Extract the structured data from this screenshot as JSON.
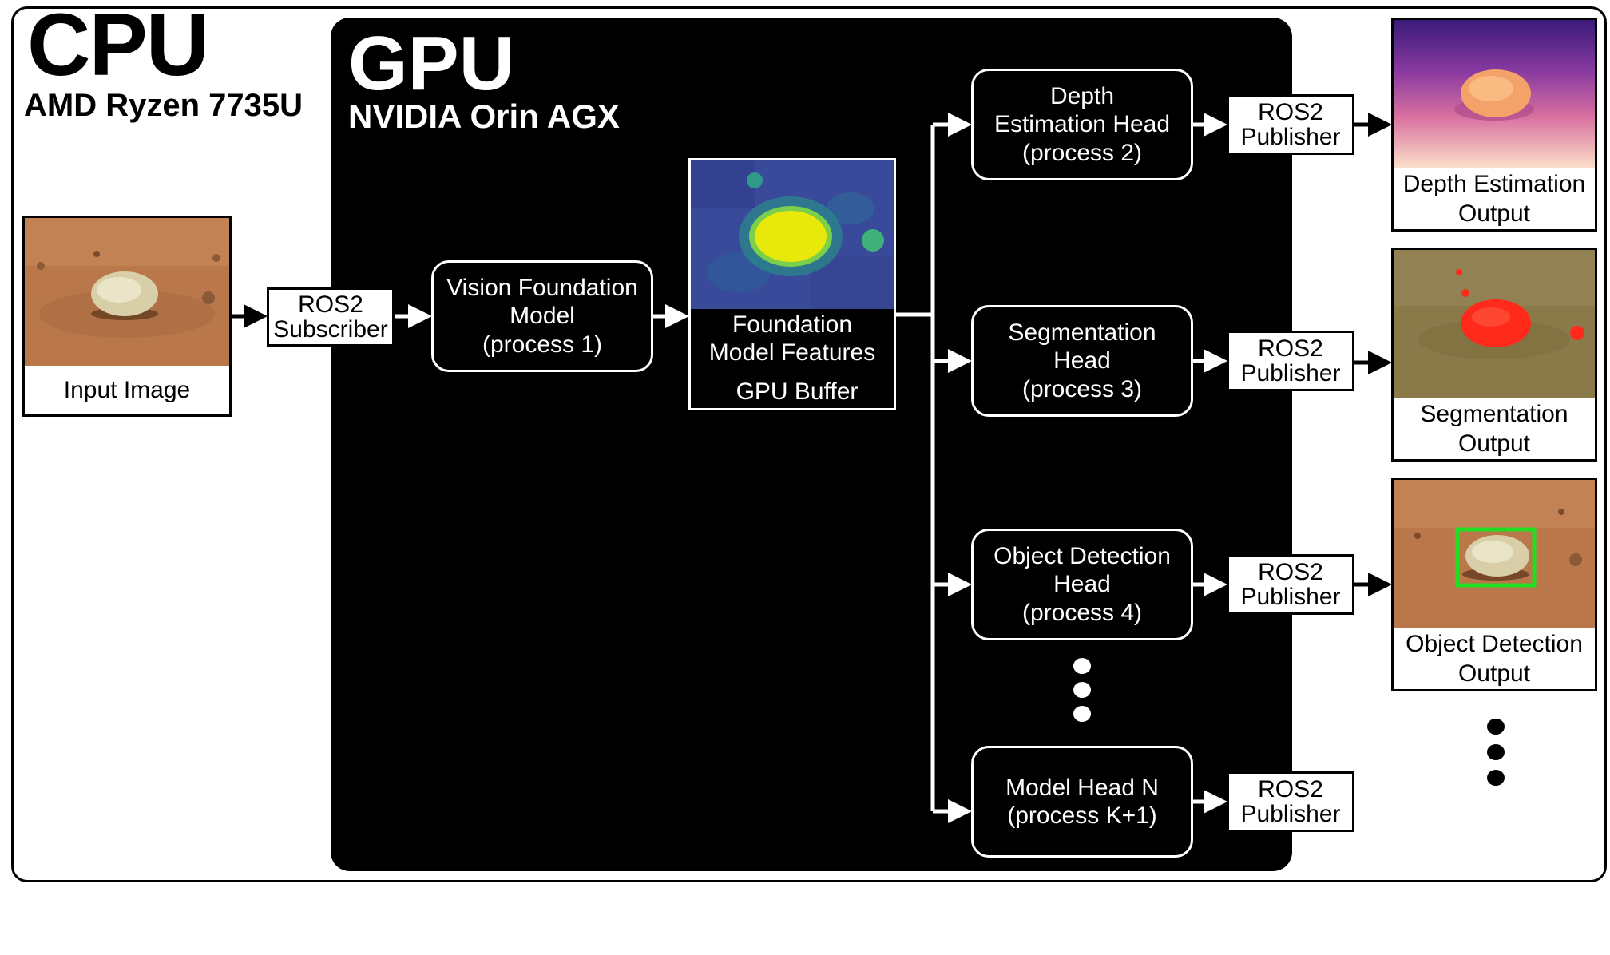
{
  "cpu": {
    "title": "CPU",
    "subtitle": "AMD Ryzen 7735U"
  },
  "gpu": {
    "title": "GPU",
    "subtitle": "NVIDIA Orin AGX"
  },
  "input_image": {
    "caption": "Input Image"
  },
  "ros2_subscriber": {
    "label": "ROS2\nSubscriber"
  },
  "vision_foundation_model": {
    "label": "Vision Foundation\nModel\n(process 1)"
  },
  "foundation_features": {
    "label": "Foundation\nModel Features",
    "buffer": "GPU Buffer"
  },
  "heads": [
    {
      "label": "Depth\nEstimation Head\n(process 2)",
      "publisher": "ROS2\nPublisher"
    },
    {
      "label": "Segmentation\nHead\n(process 3)",
      "publisher": "ROS2\nPublisher"
    },
    {
      "label": "Object Detection\nHead\n(process 4)",
      "publisher": "ROS2\nPublisher"
    },
    {
      "label": "Model Head N\n(process K+1)",
      "publisher": "ROS2\nPublisher"
    }
  ],
  "outputs": [
    {
      "caption": "Depth Estimation\nOutput"
    },
    {
      "caption": "Segmentation\nOutput"
    },
    {
      "caption": "Object Detection\nOutput"
    }
  ],
  "colors": {
    "gpu_panel": "#000000",
    "cpu_border": "#000000",
    "detection_box": "#22dd22",
    "segmentation_mask": "#ff2a1a",
    "feature_blob": "#e8e80a",
    "feature_bg": "#3a4a9a",
    "mars_soil": "#b9774a"
  }
}
